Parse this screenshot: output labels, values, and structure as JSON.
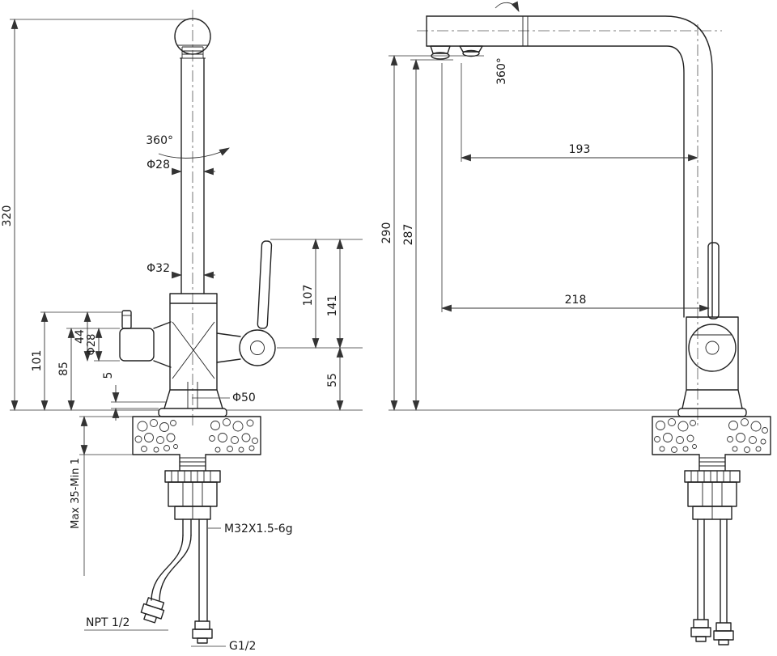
{
  "drawing": {
    "colors": {
      "line": "#222222",
      "dimension": "#333333",
      "background": "#ffffff"
    },
    "front_view": {
      "rotation_label": "360°",
      "spout_diameter": "Φ28",
      "riser_diameter": "Φ32",
      "overall_height": "320",
      "handle_pin_height": "101",
      "handle_top_height": "85",
      "handle_span": "44",
      "side_handle_diameter": "Φ28",
      "base_gap": "5",
      "base_diameter": "Φ50",
      "lever_length": "107",
      "lever_top_height": "141",
      "hub_height": "55",
      "deck_range": "Max 35-Min 1",
      "shank_thread": "M32X1.5-6g",
      "hose_thread": "NPT 1/2",
      "inlet_thread": "G1/2"
    },
    "side_view": {
      "rotation_label": "360°",
      "spout_reach": "193",
      "overall_reach": "218",
      "outlet_height": "290",
      "aerator_height": "287"
    }
  }
}
